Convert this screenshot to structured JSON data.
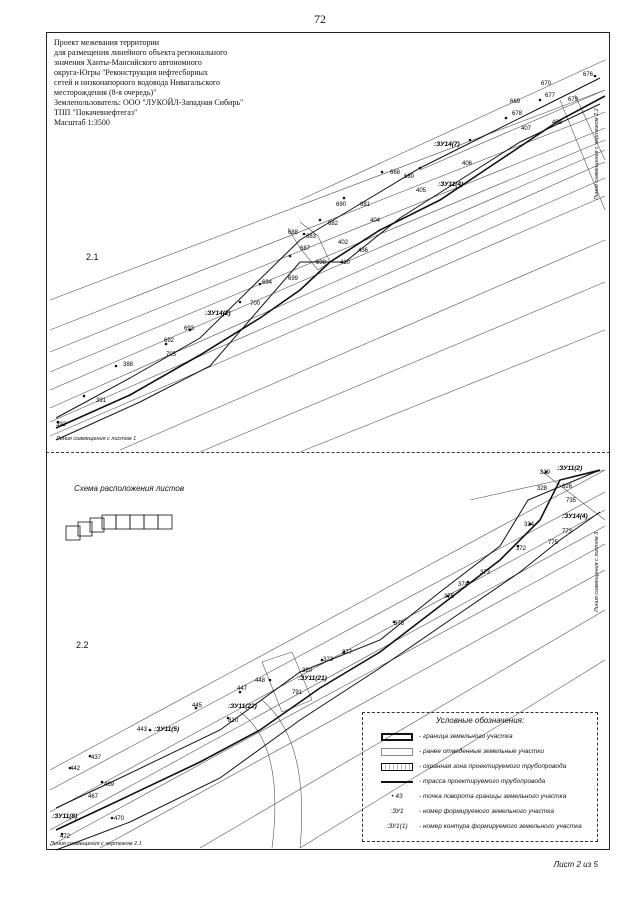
{
  "page_number": "72",
  "title_block": {
    "lines": [
      "Проект межевания территории",
      "для размещения линейного объекта регионального",
      "значения Ханты-Мансийского автономного",
      "округа-Югры \"Реконструкция нефтесборных",
      "сетей и низконапорного водовода Нивагальского",
      "месторождения (8-я очередь)\"",
      "Землепользователь: ООО \"ЛУКОЙЛ-Западная Сибирь\"",
      "ТПП \"Покачевнефтегаз\"",
      "Масштаб 1:3500"
    ]
  },
  "panel1": {
    "label": "2.1",
    "edge_bottom": "Линия совмещения с листом 1",
    "edge_right": "Линия совмещения с чертежом 2.2",
    "points": [
      "676",
      "670",
      "677",
      "669",
      "678",
      "679",
      "408",
      "407",
      "406",
      "405",
      "668",
      "680",
      "690",
      "681",
      "404",
      "682",
      "688",
      "683",
      "402",
      "687",
      "436",
      "698",
      "410",
      "694",
      "699",
      "700",
      "693",
      "692",
      "705",
      "388",
      "391",
      "392"
    ],
    "zu_labels": [
      ":ЗУ14(7)",
      ":ЗУ11(4)",
      ":ЗУ14(2)"
    ]
  },
  "panel2": {
    "label": "2.2",
    "scheme_label": "Схема расположения листов",
    "edge_bottom": "Линия совмещения с чертежом 2.1",
    "edge_right": "Линия совмещения с листом 3",
    "points": [
      "329",
      "326",
      "328",
      "735",
      "324",
      "773",
      "372",
      "775",
      "374",
      "373",
      "375",
      "376",
      "377",
      "323",
      "320",
      "448",
      "447",
      "445",
      "443",
      "810",
      "437",
      "442",
      "469",
      "470",
      "467",
      "472",
      "791"
    ],
    "zu_labels": [
      ":ЗУ11(2)",
      ":ЗУ14(4)",
      ":ЗУ11(21)",
      ":ЗУ11(22)",
      ":ЗУ11(5)",
      ":ЗУ11(8)"
    ]
  },
  "legend": {
    "title": "Условные обозначения:",
    "items": [
      {
        "symbol": "",
        "text": "- граница земельного участка"
      },
      {
        "symbol": "",
        "text": "- ранее отведенные земельные участки"
      },
      {
        "symbol": "",
        "text": "- охранная зона проектируемого трубопровода"
      },
      {
        "symbol": "",
        "text": "- трасса проектируемого трубопровода"
      },
      {
        "symbol": "• 43",
        "text": "- точка поворота границы земельного участка"
      },
      {
        "symbol": ":ЗУ1",
        "text": "- номер формируемого земельного участка"
      },
      {
        "symbol": ":ЗУ1(1)",
        "text": "- номер контура формируемого земельного участка"
      }
    ]
  },
  "footer": "Лист 2 из 5"
}
